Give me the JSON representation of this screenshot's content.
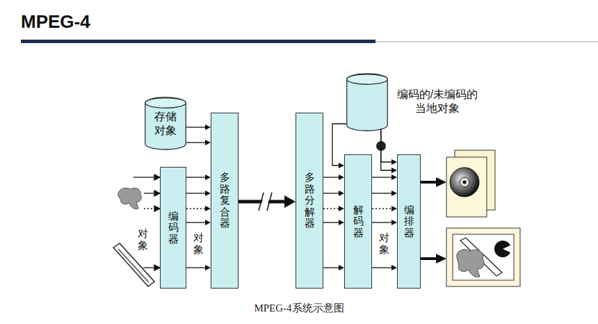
{
  "diagram": {
    "title": "MPEG-4",
    "caption": "MPEG-4系统示意图",
    "nodes": [
      {
        "text": [
          "存储 对象"
        ]
      },
      {
        "text": [
          "编码器"
        ]
      },
      {
        "text": [
          "多路复合器"
        ]
      },
      {
        "text": [
          "多路分解器"
        ]
      },
      {
        "text": [
          "解码器"
        ]
      },
      {
        "text": [
          "编排器"
        ]
      },
      {
        "text": [
          "编码的/未编码的 当地对象"
        ]
      }
    ],
    "edges": [
      {
        "from": 0,
        "to": 2,
        "arrow": "to"
      },
      {
        "from": 0,
        "to": 2,
        "arrow": "to"
      },
      {
        "from": 1,
        "to": 2,
        "arrow": "to"
      },
      {
        "from": 1,
        "to": 2,
        "arrow": "to"
      },
      {
        "from": 1,
        "to": 2,
        "arrow": "to"
      },
      {
        "from": 1,
        "to": 2,
        "arrow": "to"
      },
      {
        "from": 1,
        "to": 2,
        "arrow": "to"
      },
      {
        "from": 2,
        "to": 3,
        "arrow": "to"
      },
      {
        "from": 3,
        "to": 4,
        "arrow": "to"
      },
      {
        "from": 3,
        "to": 4,
        "arrow": "to"
      },
      {
        "from": 3,
        "to": 4,
        "arrow": "to"
      },
      {
        "from": 3,
        "to": 4,
        "arrow": "to"
      },
      {
        "from": 3,
        "to": 4,
        "arrow": "to"
      },
      {
        "from": 6,
        "to": 4,
        "arrow": "to"
      },
      {
        "from": 6,
        "to": 5,
        "arrow": "to"
      },
      {
        "from": 6,
        "to": 5,
        "arrow": "to"
      },
      {
        "from": 4,
        "to": 5,
        "arrow": "to"
      },
      {
        "from": 4,
        "to": 5,
        "arrow": "to"
      },
      {
        "from": 4,
        "to": 5,
        "arrow": "to"
      },
      {
        "from": 4,
        "to": 5,
        "arrow": "to"
      },
      {
        "from": 4,
        "to": 5,
        "arrow": "to"
      }
    ],
    "labels": [
      "对象",
      "对象",
      "对象"
    ]
  }
}
